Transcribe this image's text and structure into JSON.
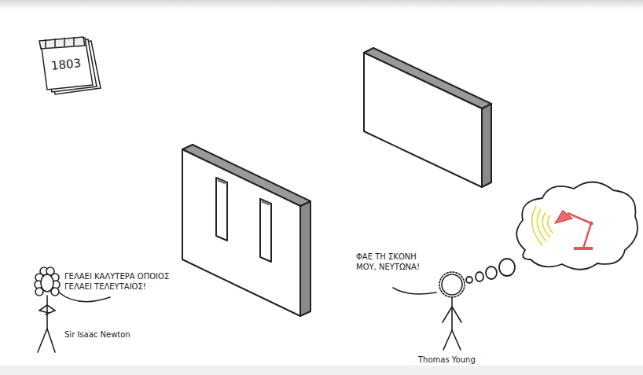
{
  "diagram": {
    "nodes": [
      {
        "text": [
          "1803"
        ]
      }
    ],
    "labels": [
      "ΓΕΛΑΕΙ ΚΑΛΥΤΕΡΑ ΟΠΟΙΟΣ ΓΕΛΑΕΙ ΤΕΛΕΥΤΑΙΟΣ!",
      "Sir Isaac Newton",
      "ΦΑΕ ΤΗ ΣΚΟΝΗ ΜΟΥ, ΝΕΥΤΩΝΑ!",
      "Thomas Young"
    ]
  }
}
